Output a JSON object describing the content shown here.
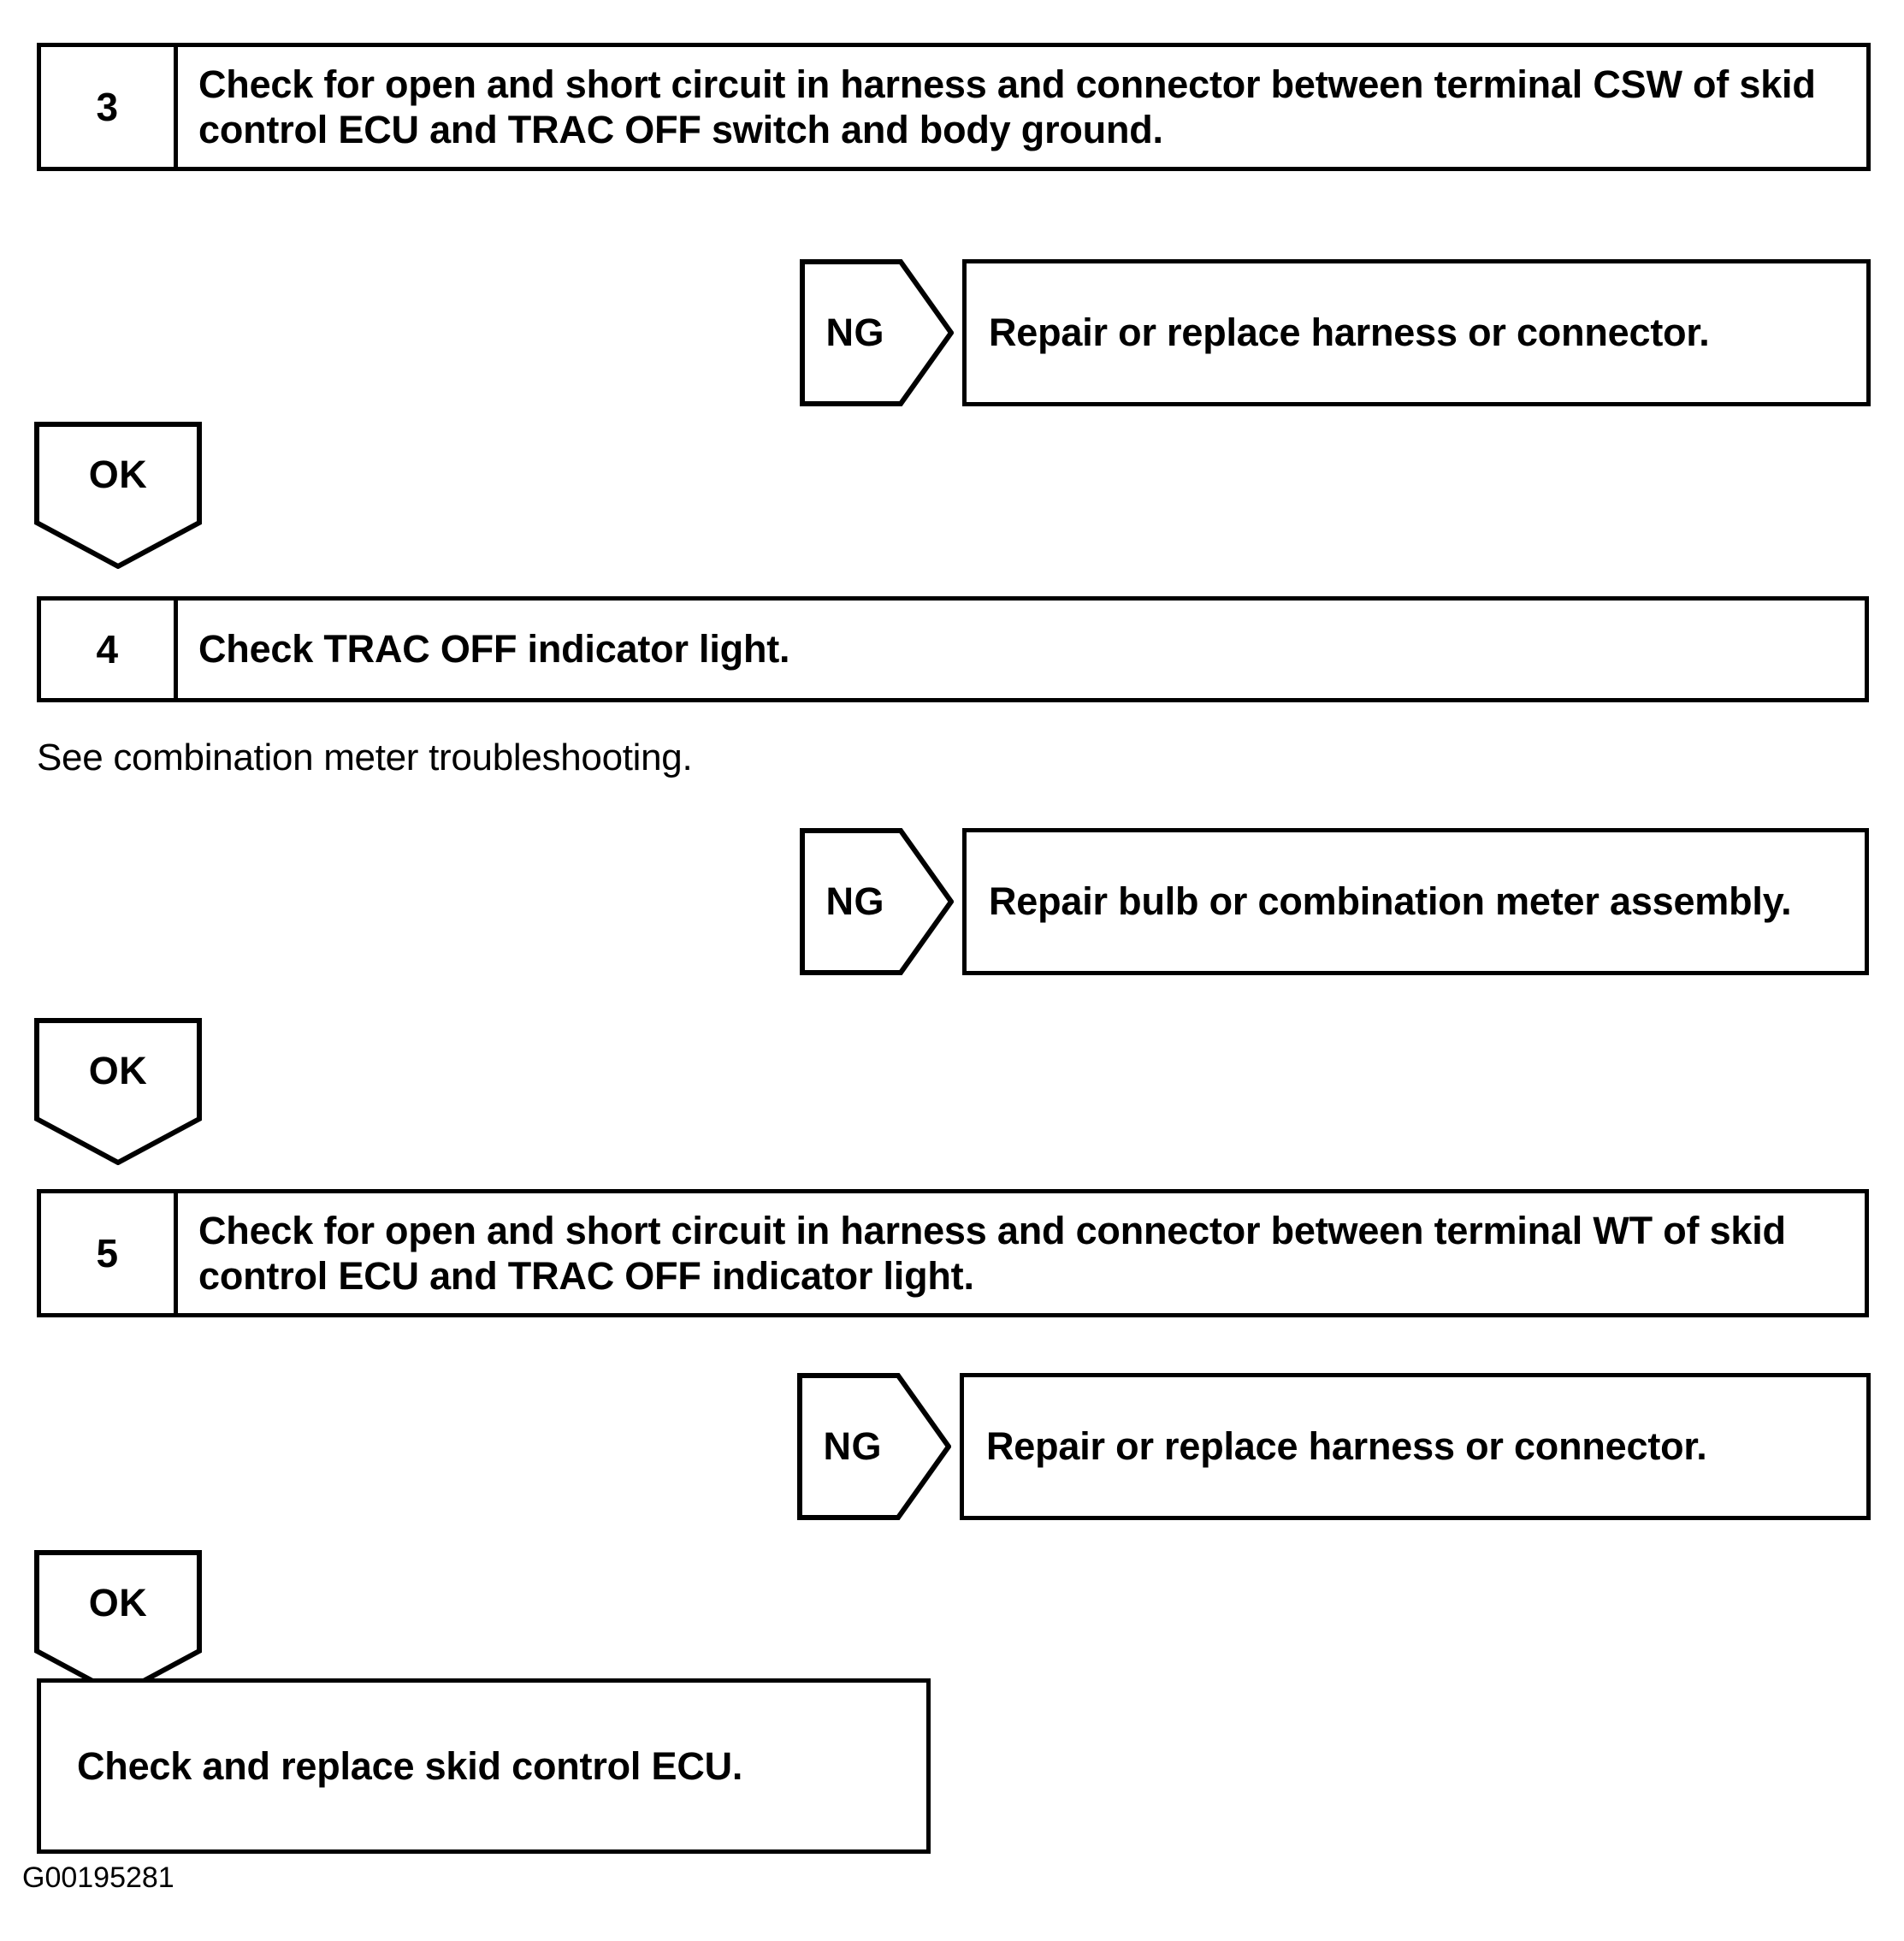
{
  "document": {
    "type": "troubleshooting-flowchart",
    "figure_code": "G00195281",
    "background_color": "#ffffff",
    "line_color": "#000000"
  },
  "steps": [
    {
      "number": "3",
      "text": "Check for open and short circuit in harness and connector between terminal CSW of skid control ECU and TRAC OFF switch and body ground."
    },
    {
      "number": "4",
      "text": "Check TRAC OFF indicator light."
    },
    {
      "number": "5",
      "text": "Check for open and short circuit in harness and connector between terminal WT of skid control ECU and TRAC OFF indicator light."
    }
  ],
  "notes": [
    {
      "text": "See combination meter troubleshooting."
    }
  ],
  "branches": [
    {
      "label": "NG",
      "result": "Repair or replace harness or connector."
    },
    {
      "label": "NG",
      "result": "Repair bulb or combination meter assembly."
    },
    {
      "label": "NG",
      "result": "Repair or replace harness or connector."
    }
  ],
  "ok_connectors": [
    {
      "label": "OK"
    },
    {
      "label": "OK"
    },
    {
      "label": "OK"
    }
  ],
  "final": {
    "text": "Check and replace skid control ECU."
  }
}
